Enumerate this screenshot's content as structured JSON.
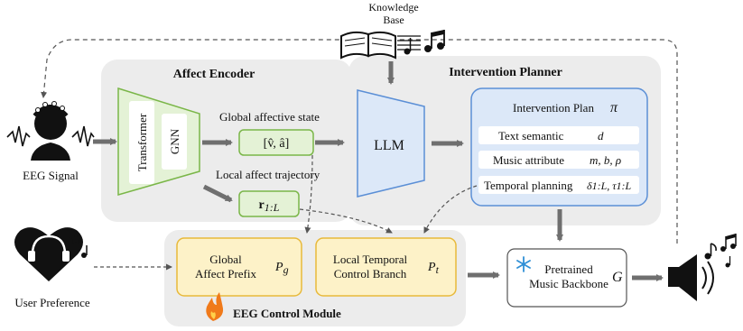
{
  "inputs": {
    "eeg_label": "EEG Signal",
    "user_label": "User Preference"
  },
  "knowledge_base": {
    "line1": "Knowledge",
    "line2": "Base"
  },
  "affect_encoder": {
    "title": "Affect Encoder",
    "transformer": "Transformer",
    "gnn": "GNN",
    "global_label": "Global affective state",
    "global_math": "[v̂, â]",
    "local_label": "Local affect trajectory",
    "local_math_main": "r",
    "local_math_sub": "1:L"
  },
  "intervention_planner": {
    "title": "Intervention Planner",
    "llm": "LLM",
    "plan_title": "Intervention Plan",
    "plan_symbol": "π",
    "rows": [
      {
        "label": "Text semantic",
        "symbol": "d"
      },
      {
        "label": "Music attribute",
        "symbol": "m, b, ρ"
      },
      {
        "label": "Temporal planning",
        "symbol": "δ1:L, τ1:L"
      }
    ]
  },
  "control_module": {
    "title": "EEG Control Module",
    "global_line1": "Global",
    "global_line2": "Affect Prefix",
    "global_symbol": "P",
    "global_sub": "g",
    "local_line1": "Local Temporal",
    "local_line2": "Control Branch",
    "local_symbol": "P",
    "local_sub": "t"
  },
  "backbone": {
    "line1": "Pretrained",
    "line2": "Music Backbone",
    "symbol": "G"
  },
  "colors": {
    "panel": "#ececec",
    "green_fill": "#e4f2d6",
    "green_stroke": "#7ab648",
    "blue_fill": "#dce8f8",
    "blue_stroke": "#5b8fd6",
    "yellow_fill": "#fdf2c8",
    "yellow_stroke": "#e8b93a",
    "arrow": "#6f6f6f"
  }
}
